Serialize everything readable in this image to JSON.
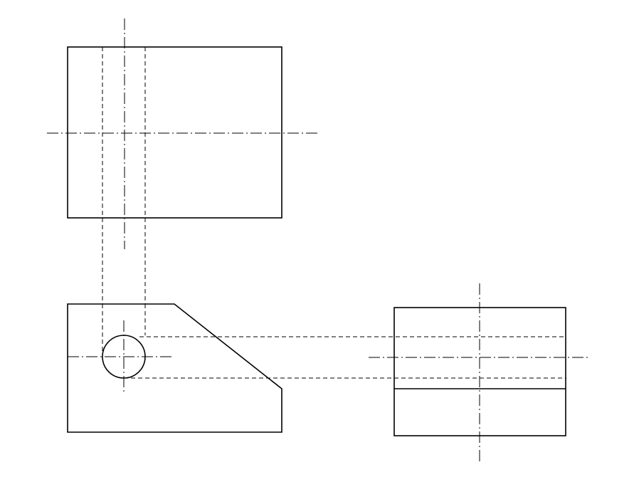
{
  "drawing": {
    "type": "orthographic-projection",
    "views": [
      "top-view",
      "front-view",
      "side-view"
    ],
    "line_color": "#000000",
    "background_color": "#ffffff",
    "line_types": [
      "visible",
      "hidden",
      "center"
    ]
  }
}
